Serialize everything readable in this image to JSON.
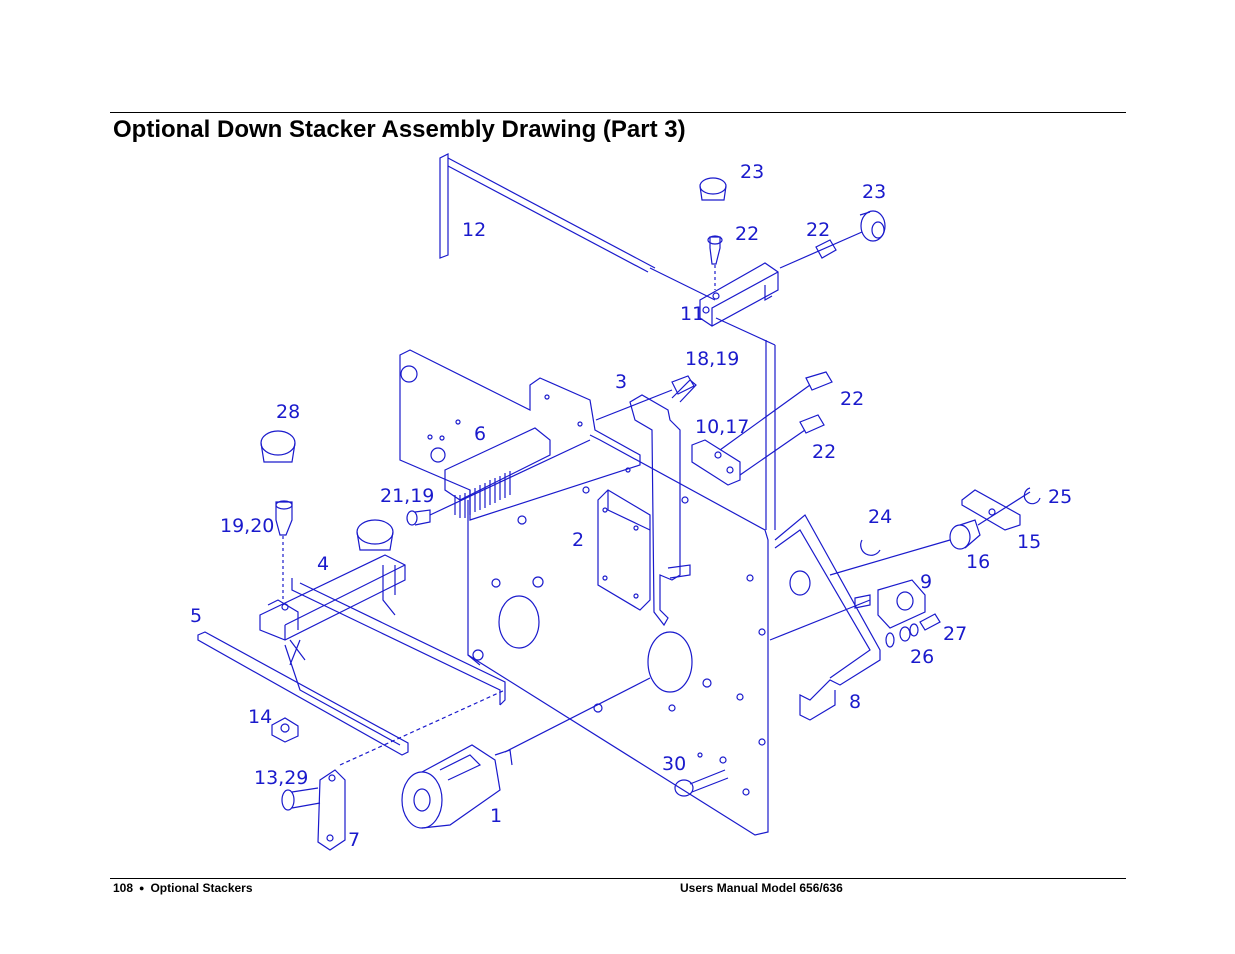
{
  "page": {
    "title": "Optional Down Stacker Assembly Drawing (Part 3)",
    "footer_left_page": "108",
    "footer_left_section": "Optional Stackers",
    "footer_right": "Users Manual Model 656/636"
  },
  "callouts": {
    "c1": "1",
    "c2": "2",
    "c3": "3",
    "c4": "4",
    "c5": "5",
    "c6": "6",
    "c7": "7",
    "c8": "8",
    "c9": "9",
    "c10_17": "10,17",
    "c11": "11",
    "c12": "12",
    "c13_29": "13,29",
    "c14": "14",
    "c15": "15",
    "c16": "16",
    "c18_19": "18,19",
    "c19_20": "19,20",
    "c21_19": "21,19",
    "c22a": "22",
    "c22b": "22",
    "c22c": "22",
    "c22d": "22",
    "c23a": "23",
    "c23b": "23",
    "c24": "24",
    "c25": "25",
    "c26": "26",
    "c27": "27",
    "c28": "28",
    "c30": "30"
  }
}
